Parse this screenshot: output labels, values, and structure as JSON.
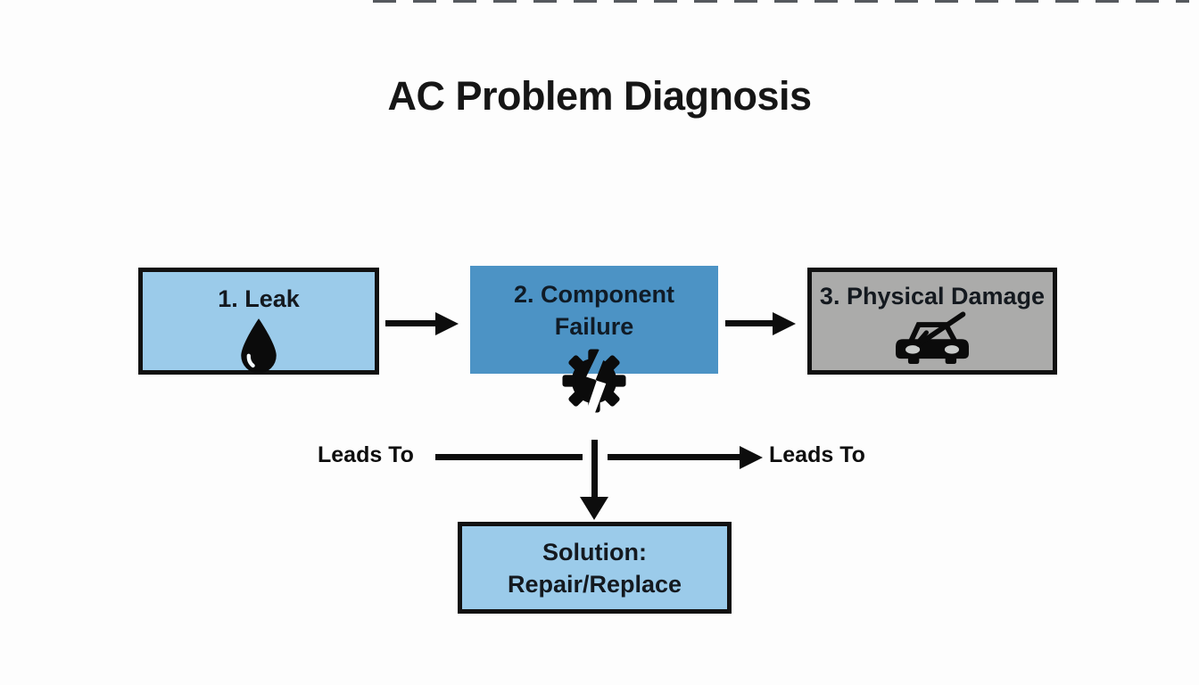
{
  "title": "AC Problem Diagnosis",
  "nodes": {
    "leak": {
      "label": "1. Leak",
      "icon": "droplet"
    },
    "component_failure": {
      "label": "2. Component Failure",
      "icon": "broken-gear"
    },
    "physical_damage": {
      "label": "3. Physical Damage",
      "icon": "damaged-car"
    },
    "solution": {
      "label": "Solution: Repair/Replace"
    }
  },
  "edge_labels": {
    "left": "Leads To",
    "right": "Leads To"
  },
  "colors": {
    "light_blue": "#9bcbea",
    "medium_blue": "#4c93c5",
    "gray": "#ababaa",
    "ink": "#0d0d0d",
    "background": "#fdfdfd"
  }
}
